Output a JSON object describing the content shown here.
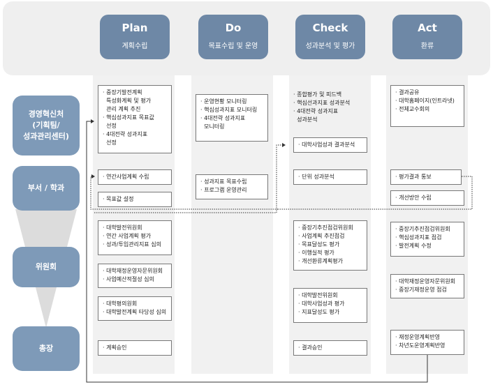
{
  "phases": [
    {
      "title": "Plan",
      "subtitle": "계획수립"
    },
    {
      "title": "Do",
      "subtitle": "목표수립 및 운영"
    },
    {
      "title": "Check",
      "subtitle": "성과분석 및 평가"
    },
    {
      "title": "Act",
      "subtitle": "환류"
    }
  ],
  "actors": {
    "management": "경영혁신처\n(기획팀/\n성과관리센터)",
    "department": "부서 / 학과",
    "committee": "위원회",
    "president": "총장"
  },
  "plan": {
    "mgmt": "· 중장기발전계획\n  특성화계획 및 평가\n  관리 계획 추진\n· 핵심성과지표 목표값\n  선정\n· 4대전략 성과지표\n  선정",
    "dept1": "· 연간사업계획 수립",
    "dept2": "· 목표값 설정",
    "comm1": "· 대학발전위원회\n· 연간 사업계획 평가\n· 성과/투입관리지표 심의",
    "comm2": "· 대학재정운영자문위원회\n· 사업예산적절성 심의",
    "comm3": "· 대학평의원회\n· 대학발전계획 타당성 심의",
    "pres": "· 계획승인"
  },
  "do": {
    "mgmt": "· 운영현황 모니터링\n· 핵심성과지표 모니터링\n· 4대전략 성과지표\n  모니터링",
    "dept": "· 성과지표 목표수립\n· 프로그램 운영관리"
  },
  "check": {
    "mgmt1": "· 종합평가 및 피드백\n· 핵심선과지표 성과분석\n· 4대전략 성과지표\n  성과분석",
    "mgmt2": "· 대학사업성과 결과분석",
    "dept": "· 단위 성과분석",
    "comm1": "· 중장기추진점검위원회\n· 사업계획 추진점검\n· 목표달성도 평가\n· 이행실적 평가\n· 개선환류계획평가",
    "comm2": "· 대학발전위원회\n· 대학사업성과 평가\n· 지표달성도 평가",
    "pres": "· 결과승인"
  },
  "act": {
    "mgmt": "· 결과공유\n· 대학홈페이지(인트라넷)\n· 전체교수회의",
    "dept1": "· 평가결과 통보",
    "dept2": "· 개선방안 수립",
    "comm1": "· 중장기추진점검위원회\n· 핵심성과지표 점검\n· 발전계획 수정",
    "comm2": "· 대학재정운영자문위원회\n· 중장기재정운영 점검",
    "pres": "· 재정운영계획반영\n· 차년도운영계획반영"
  },
  "colors": {
    "header": "#6e88a6",
    "actor": "#7e9ab8",
    "column": "#f1f1f1",
    "band": "#efefef"
  }
}
